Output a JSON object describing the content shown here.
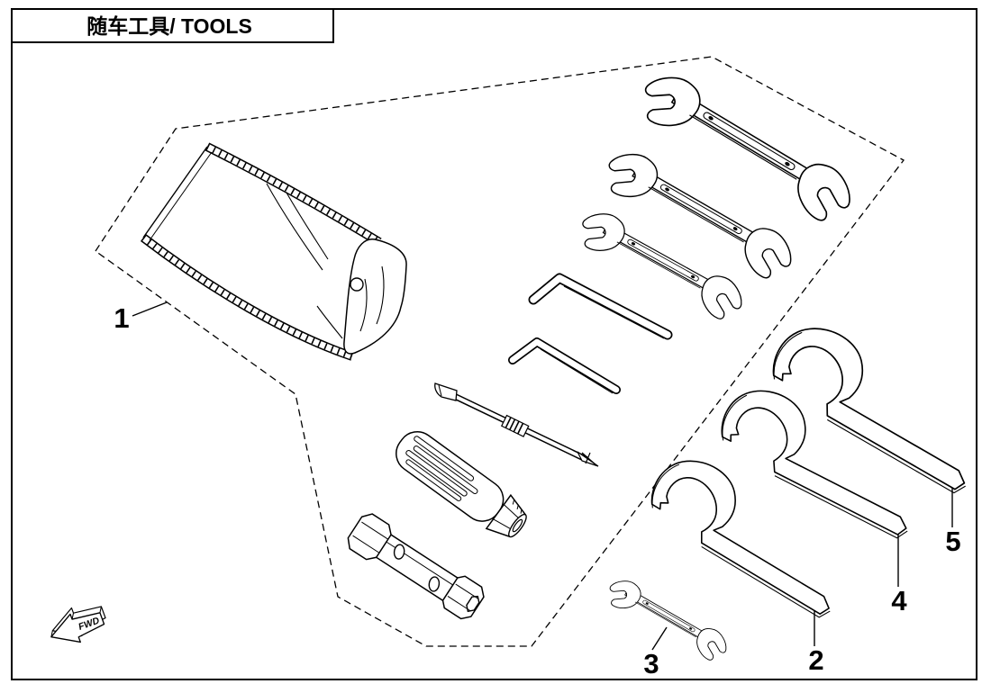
{
  "page": {
    "title": "随车工具/ TOOLS",
    "fwd_label": "FWD"
  },
  "callouts": [
    "1",
    "2",
    "3",
    "4",
    "5"
  ],
  "colors": {
    "background": "#ffffff",
    "line": "#000000"
  }
}
